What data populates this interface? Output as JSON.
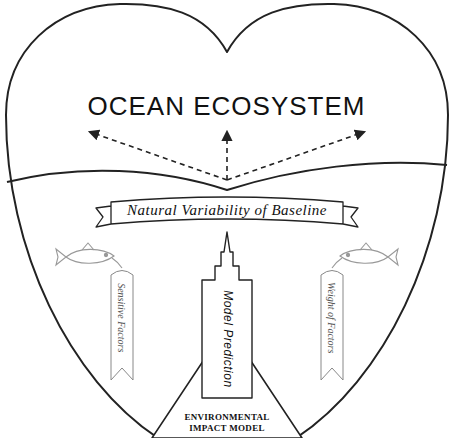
{
  "diagram": {
    "nodes": [
      {
        "text": [
          "OCEAN ECOSYSTEM"
        ]
      },
      {
        "text": [
          "Natural Variability of Baseline"
        ],
        "in": 0
      },
      {
        "text": [
          "Sensitive Factors"
        ],
        "in": 0
      },
      {
        "text": [
          "Model Prediction"
        ],
        "in": 0
      },
      {
        "text": [
          "Weight of Factors"
        ],
        "in": 0
      },
      {
        "text": [
          "ENVIRONMENTAL IMPACT MODEL"
        ]
      }
    ]
  }
}
